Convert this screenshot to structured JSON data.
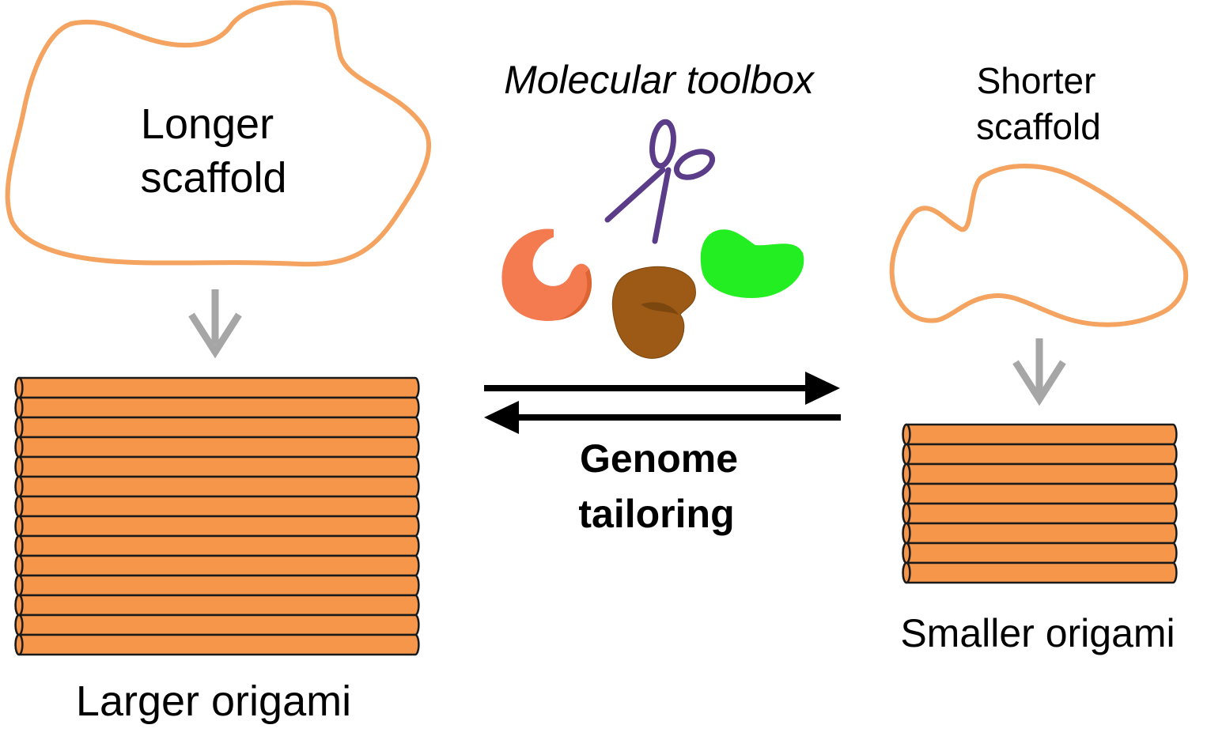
{
  "labels": {
    "longer_scaffold_line1": "Longer",
    "longer_scaffold_line2": "scaffold",
    "larger_origami": "Larger origami",
    "toolbox": "Molecular toolbox",
    "shorter_scaffold_line1": "Shorter",
    "shorter_scaffold_line2": "scaffold",
    "smaller_origami": "Smaller origami",
    "genome_line1": "Genome",
    "genome_line2": "tailoring"
  },
  "origami": {
    "larger_helix_count": 14,
    "smaller_helix_count": 8
  },
  "colors": {
    "scaffold": "#f4a460",
    "helix_fill": "#f5964a",
    "helix_stroke": "#1a1a1a",
    "down_arrow": "#a6a6a6",
    "reaction_arrow": "#000000",
    "scissors": "#5b3c88",
    "enzyme_orange": "#f47a50",
    "enzyme_brown": "#9c5a16",
    "enzyme_green": "#22ee22"
  },
  "icons": [
    "scissors-icon",
    "enzyme-orange-icon",
    "enzyme-brown-icon",
    "enzyme-green-icon"
  ]
}
